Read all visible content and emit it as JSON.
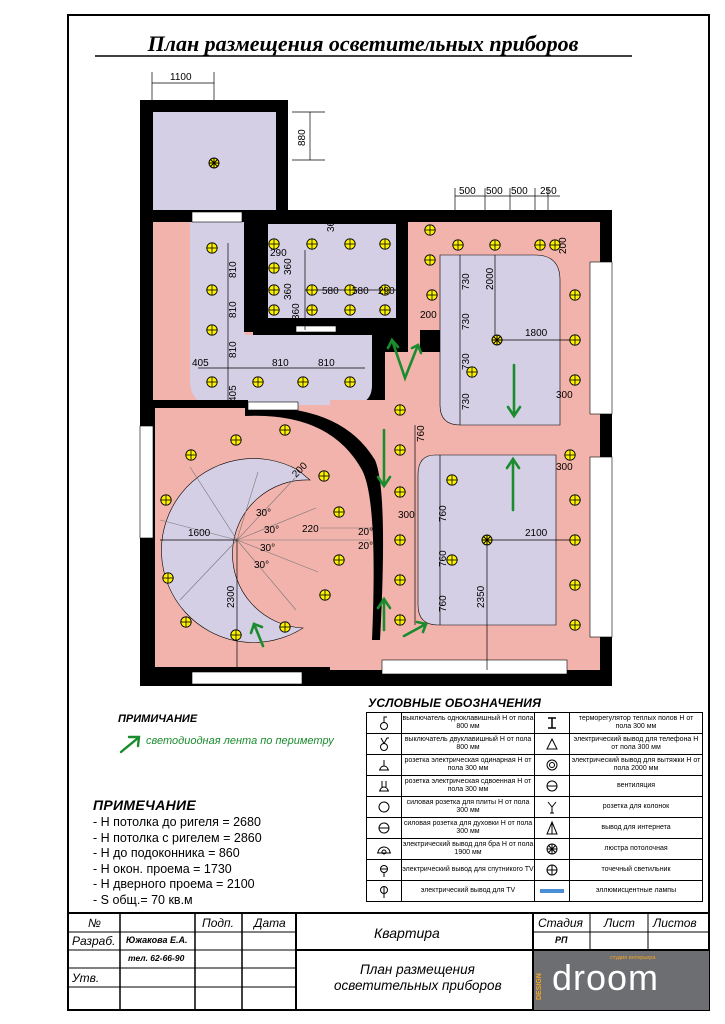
{
  "sheet": {
    "title": "План размещения осветительных приборов"
  },
  "dimensions": {
    "balcony_width": "1100",
    "balcony_height": "880",
    "right_top": [
      "500",
      "500",
      "500",
      "250"
    ],
    "bath_810_v1": "810",
    "bath_810_v2": "810",
    "bath_810_v3": "810",
    "bath_405_h": "405",
    "bath_810_h1": "810",
    "bath_810_h2": "810",
    "bath_405_v": "405",
    "wc_290_top": "290",
    "wc_360_a": "360",
    "wc_360_b": "360",
    "wc_360_c": "360",
    "wc_360_d": "360",
    "wc_580_a": "580",
    "wc_580_b": "580",
    "wc_290_r": "290",
    "room_730_a": "730",
    "room_730_b": "730",
    "room_730_c": "730",
    "room_730_d": "730",
    "room_2000": "2000",
    "room_1800": "1800",
    "room_200_a": "200",
    "room_200_b": "200",
    "room_300_a": "300",
    "room_300_b": "300",
    "room_300_c": "300",
    "hall_760_a": "760",
    "hall_760_b": "760",
    "hall_760_c": "760",
    "hall_760_d": "760",
    "room_2350": "2350",
    "room_2100": "2100",
    "stair_1600": "1600",
    "stair_2300": "2300",
    "stair_200": "200",
    "stair_220": "220",
    "angle_30_a": "30°",
    "angle_30_b": "30°",
    "angle_30_c": "30°",
    "angle_30_d": "30°",
    "angle_20_a": "20°",
    "angle_20_b": "20°"
  },
  "legend": {
    "title": "УСЛОВНЫЕ ОБОЗНАЧЕНИЯ",
    "left": [
      {
        "icon": "switch-single-icon",
        "text": "выключатель одноклавишный Н от пола 800 мм"
      },
      {
        "icon": "switch-double-icon",
        "text": "выключатель двуклавишный Н от пола 800 мм"
      },
      {
        "icon": "socket-single-icon",
        "text": "розетка электрическая одинарная Н от пола 300 мм"
      },
      {
        "icon": "socket-double-icon",
        "text": "розетка электрическая сдвоенная Н от пола 300 мм"
      },
      {
        "icon": "stove-socket-icon",
        "text": "силовая розетка для плиты Н от пола 300 мм"
      },
      {
        "icon": "oven-socket-icon",
        "text": "силовая розетка для духовки Н от пола 300 мм"
      },
      {
        "icon": "sconce-outlet-icon",
        "text": "электрический вывод для бра Н от пола 1900 мм"
      },
      {
        "icon": "satellite-tv-icon",
        "text": "электрический вывод для спутникого TV"
      },
      {
        "icon": "tv-outlet-icon",
        "text": "электрический вывод для TV"
      }
    ],
    "right": [
      {
        "icon": "floor-thermostat-icon",
        "text": "терморегулятор теплых полов Н от пола 300 мм"
      },
      {
        "icon": "phone-outlet-icon",
        "text": "электрический вывод для телефона Н от пола 300 мм"
      },
      {
        "icon": "hood-outlet-icon",
        "text": "электрический вывод для вытяжки Н от пола 2000 мм"
      },
      {
        "icon": "ventilation-icon",
        "text": "вентиляция"
      },
      {
        "icon": "speaker-socket-icon",
        "text": "розетка для колонок"
      },
      {
        "icon": "internet-outlet-icon",
        "text": "вывод для интернета"
      },
      {
        "icon": "chandelier-icon",
        "text": "люстра потолочная"
      },
      {
        "icon": "spotlight-icon",
        "text": "точечный светильник"
      },
      {
        "icon": "fluorescent-lamp-icon",
        "text": "эллюмисцентные лампы"
      }
    ]
  },
  "note_led": {
    "title": "ПРИМИЧАНИЕ",
    "text": "светодиодная лента по периметру",
    "color": "#1a8c2e"
  },
  "notes": {
    "title": "ПРИМЕЧАНИЕ",
    "lines": [
      "- Н потолка до ригеля = 2680",
      "- Н потолка с ригелем = 2860",
      "- Н до подоконника = 860",
      "- Н окон. проема = 1730",
      "- Н дверного проема = 2100",
      "- S общ.= 70 кв.м"
    ]
  },
  "title_block": {
    "col_no": "№",
    "col_sign": "Подп.",
    "col_date": "Дата",
    "developed_label": "Разраб.",
    "developer_name": "Южакова Е.А.",
    "phone": "тел. 62-66-90",
    "approved_label": "Утв.",
    "object_name": "Квартира",
    "stage_label": "Стадия",
    "sheet_label": "Лист",
    "sheets_label": "Листов",
    "stage_value": "РП",
    "drawing_title_1": "План размещения",
    "drawing_title_2": "осветительных приборов",
    "logo_main": "droom",
    "logo_side": "DESIGN",
    "logo_sub": "студия интерьера"
  },
  "colors": {
    "room_pink": "#f2b3ac",
    "ceiling_lilac": "#d5cfe6",
    "wall": "#000000",
    "spot_yellow": "#fff200",
    "led_green": "#1a8c2e",
    "logo_bg": "#6d6e71"
  }
}
